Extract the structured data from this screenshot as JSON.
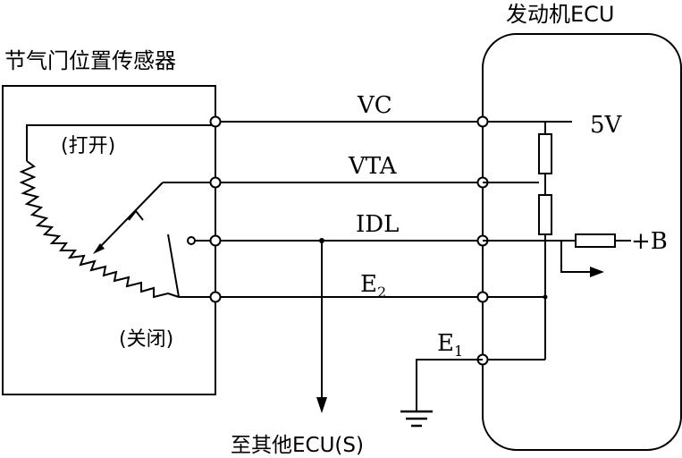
{
  "sensor": {
    "title": "节气门位置传感器",
    "open_label": "(打开)",
    "closed_label": "(关闭)"
  },
  "ecu": {
    "title": "发动机ECU",
    "supply_label": "5V",
    "battery_label": "+B"
  },
  "signals": {
    "vc": "VC",
    "vta": "VTA",
    "idl": "IDL",
    "e2_base": "E",
    "e2_sub": "2",
    "e1_base": "E",
    "e1_sub": "1"
  },
  "footer": {
    "to_other_ecu": "至其他ECU(S)"
  }
}
